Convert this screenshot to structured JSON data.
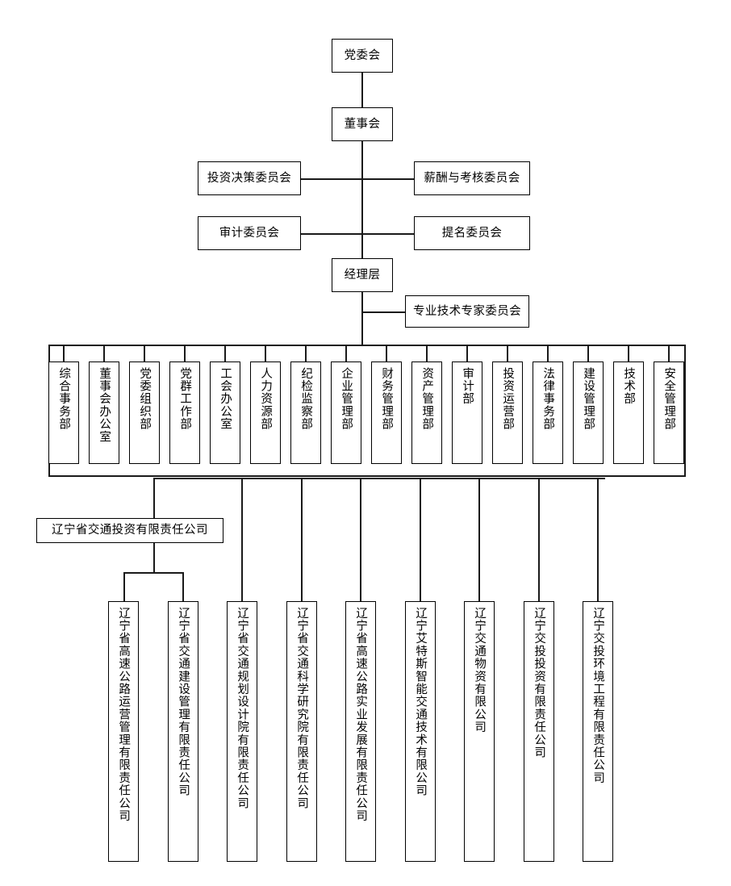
{
  "chart_title": "",
  "top": {
    "party_committee": "党委会",
    "board": "董事会",
    "management": "经理层"
  },
  "committees": {
    "left": [
      "投资决策委员会",
      "审计委员会"
    ],
    "right": [
      "薪酬与考核委员会",
      "提名委员会"
    ],
    "expert": "专业技术专家委员会"
  },
  "departments": [
    "综合事务部",
    "董事会办公室",
    "党委组织部",
    "党群工作部",
    "工会办公室",
    "人力资源部",
    "纪检监察部",
    "企业管理部",
    "财务管理部",
    "资产管理部",
    "审计部",
    "投资运营部",
    "法律事务部",
    "建设管理部",
    "技术部",
    "安全管理部"
  ],
  "holding": "辽宁省交通投资有限责任公司",
  "subsidiaries": [
    "辽宁省高速公路运营管理有限责任公司",
    "辽宁省交通建设管理有限责任公司",
    "辽宁省交通规划设计院有限责任公司",
    "辽宁省交通科学研究院有限责任公司",
    "辽宁省高速公路实业发展有限责任公司",
    "辽宁艾特斯智能交通技术有限公司",
    "辽宁交通物资有限公司",
    "辽宁交投投资有限责任公司",
    "辽宁交投环境工程有限责任公司"
  ],
  "colors": {
    "line": "#1a1a1a",
    "border": "#000000",
    "text": "#000000",
    "background": "#ffffff"
  }
}
